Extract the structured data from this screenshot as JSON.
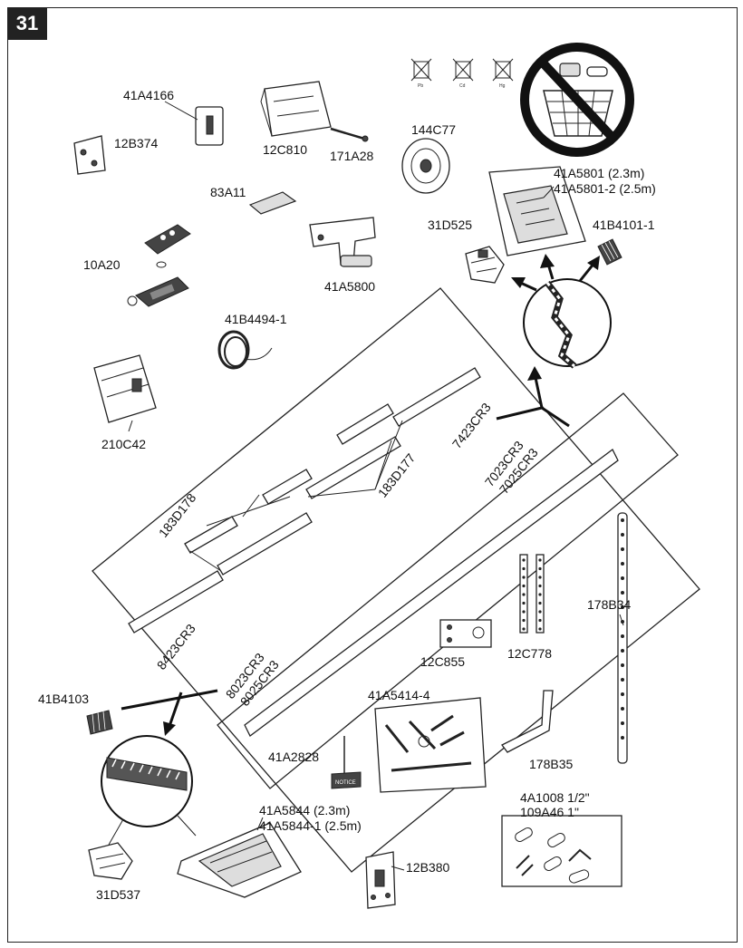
{
  "step_number": "31",
  "recycle_symbols": [
    "Pb",
    "Cd",
    "Hg"
  ],
  "part_labels": {
    "p41A4166": "41A4166",
    "p12B374": "12B374",
    "p12C810": "12C810",
    "p171A28": "171A28",
    "p144C77": "144C77",
    "p41A5801": "41A5801    (2.3m)",
    "p41A5801_2": "41A5801-2 (2.5m)",
    "p83A11": "83A11",
    "p31D525": "31D525",
    "p41B4101_1": "41B4101-1",
    "p10A20": "10A20",
    "p41A5800": "41A5800",
    "p41B4494_1": "41B4494-1",
    "p210C42": "210C42",
    "p7423CR3": "7423CR3",
    "p183D178": "183D178",
    "p183D177": "183D177",
    "p7023CR3": "7023CR3",
    "p7025CR3": "7025CR3",
    "p178B34": "178B34",
    "p12C855": "12C855",
    "p12C778": "12C778",
    "p8423CR3": "8423CR3",
    "p8023CR3": "8023CR3",
    "p8025CR3": "8025CR3",
    "p41B4103": "41B4103",
    "p41A5414_4": "41A5414-4",
    "p41A2828": "41A2828",
    "p178B35": "178B35",
    "p41A5844": "41A5844 (2.3m)",
    "p41A5844_1": "41A5844-1 (2.5m)",
    "p4A1008": "4A1008  1/2\"",
    "p109A46": "109A46   1\"",
    "p12B380": "12B380",
    "p31D537": "31D537",
    "notice": "NOTICE"
  }
}
